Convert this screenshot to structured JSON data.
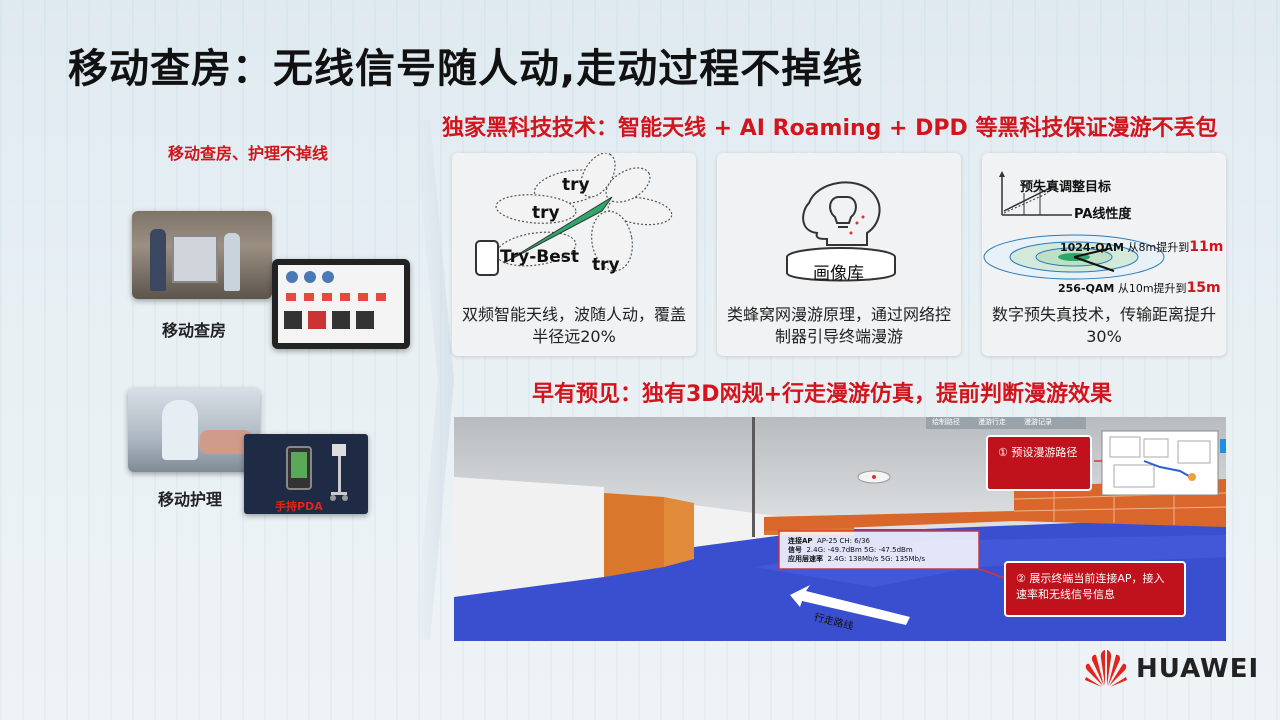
{
  "title": "移动查房：无线信号随人动,走动过程不掉线",
  "left": {
    "caption": "移动查房、护理不掉线",
    "rounds_label": "移动查房",
    "nursing_label": "移动护理",
    "pda_label": "手持PDA"
  },
  "headline_top": "独家黑科技技术：智能天线 + AI Roaming + DPD 等黑科技保证漫游不丢包",
  "headline_mid": "早有预见：独有3D网规+行走漫游仿真，提前判断漫游效果",
  "cards": [
    {
      "text": "双频智能天线，波随人动，覆盖半径远20%",
      "try_labels": [
        "try",
        "try",
        "try"
      ],
      "best_label": "Try-Best"
    },
    {
      "text": "类蜂窝网漫游原理，通过网络控制器引导终端漫游",
      "library_label": "画像库"
    },
    {
      "text": "数字预失真技术，传输距离提升30%",
      "chart_title": "预失真调整目标",
      "pa_label": "PA线性度",
      "qam1024": "1024-QAM",
      "qam1024_desc": "从8m提升到",
      "qam1024_value": "11m",
      "qam256": "256-QAM",
      "qam256_desc": "从10m提升到",
      "qam256_value": "15m"
    }
  ],
  "sim": {
    "tabs": [
      "绘制路径",
      "漫游行走",
      "漫游记录"
    ],
    "callout1": "① 预设漫游路径",
    "callout2": "② 展示终端当前连接AP，接入速率和无线信号信息",
    "walk_label": "行走路线",
    "info_rows": [
      {
        "k": "连接AP",
        "v": "AP-25 CH: 6/36"
      },
      {
        "k": "信号",
        "v": "2.4G: -49.7dBm   5G: -47.5dBm"
      },
      {
        "k": "应用层速率",
        "v": "2.4G: 138Mb/s  5G: 135Mb/s"
      }
    ]
  },
  "brand": "HUAWEI",
  "colors": {
    "accent_red": "#d3141c",
    "floor_blue": "#3a4fd0",
    "wall_orange": "#d9772c"
  }
}
